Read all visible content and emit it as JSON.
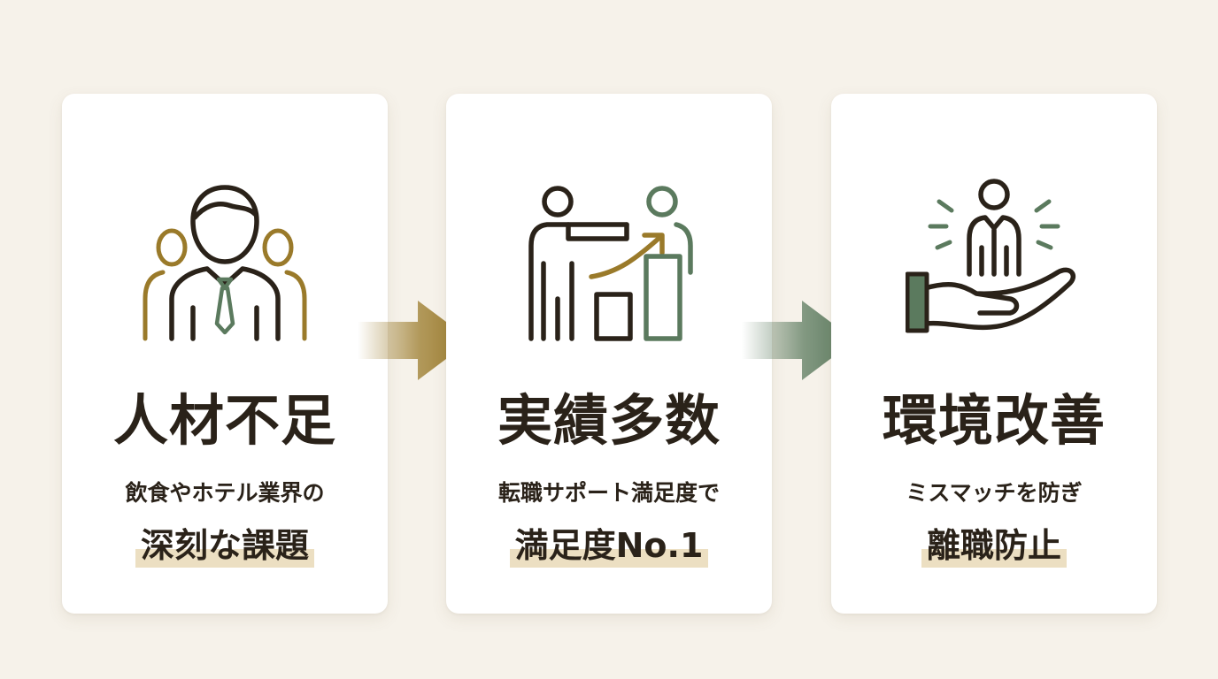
{
  "cards": [
    {
      "icon": "business-people-group-icon",
      "title": "人材不足",
      "subtitle": "飲食やホテル業界の",
      "highlight": "深刻な課題"
    },
    {
      "icon": "presentation-growth-chart-icon",
      "title": "実績多数",
      "subtitle": "転職サポート満足度で",
      "highlight": "満足度No.1"
    },
    {
      "icon": "hand-supporting-person-icon",
      "title": "環境改善",
      "subtitle": "ミスマッチを防ぎ",
      "highlight": "離職防止"
    }
  ],
  "arrows": [
    "right-arrow-icon",
    "right-arrow-icon"
  ],
  "colors": {
    "background": "#f6f2ea",
    "card": "#ffffff",
    "ink": "#2a2219",
    "gold": "#9a7a2a",
    "green": "#5b7a5e",
    "highlight": "#ecdfc2"
  }
}
